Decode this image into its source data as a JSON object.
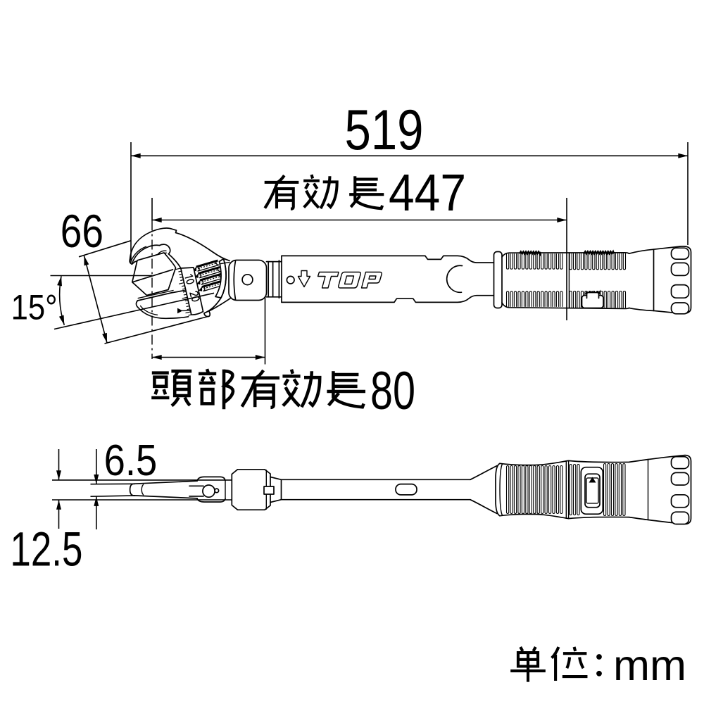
{
  "branding": {
    "logo": "TOP"
  },
  "dimensions": {
    "overall_length": {
      "value": "519"
    },
    "effective_length": {
      "label": "有効長",
      "value": "447",
      "text": "有効長447"
    },
    "head_width": {
      "value": "66"
    },
    "head_angle": {
      "value": "15",
      "unit": "°",
      "text": "15°"
    },
    "head_effective_length": {
      "label": "頭部有効長",
      "value": "80",
      "text": "頭部有効長80"
    },
    "head_thickness": {
      "value": "6.5"
    },
    "body_thickness": {
      "value": "12.5"
    }
  },
  "scale_markings": {
    "values": [
      "10",
      "20"
    ]
  },
  "unit_note": {
    "label": "単位",
    "colon": "：",
    "unit": "mm",
    "text": "単位：mm"
  },
  "colors": {
    "line": "#000000",
    "background": "#ffffff"
  }
}
